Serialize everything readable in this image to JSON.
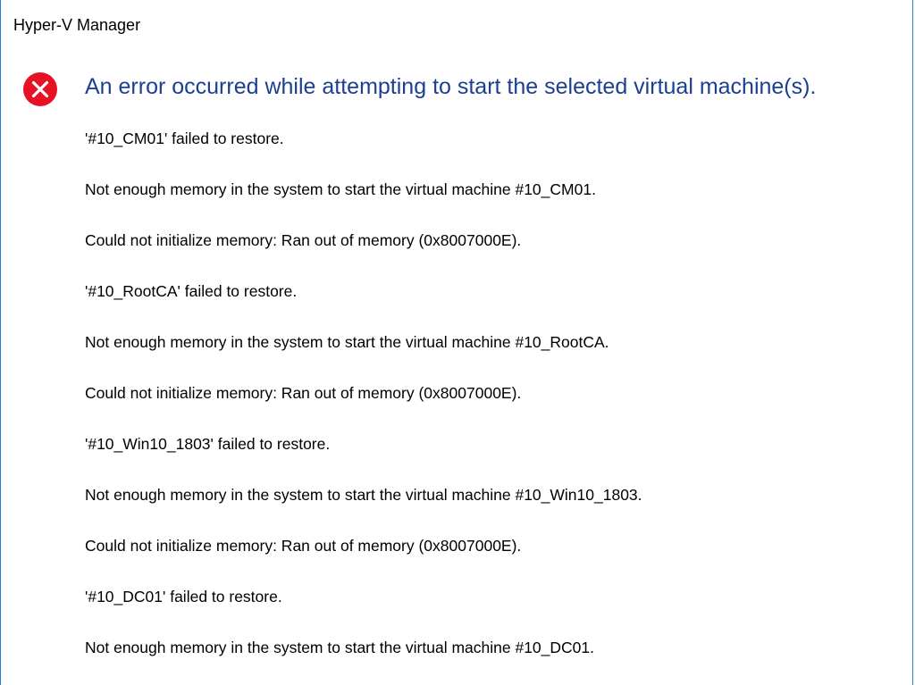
{
  "window": {
    "title": "Hyper-V Manager"
  },
  "dialog": {
    "icon": "error-icon",
    "heading": "An error occurred while attempting to start the selected virtual machine(s).",
    "messages": [
      "'#10_CM01' failed to restore.",
      "Not enough memory in the system to start the virtual machine #10_CM01.",
      "Could not initialize memory: Ran out of memory (0x8007000E).",
      "'#10_RootCA' failed to restore.",
      "Not enough memory in the system to start the virtual machine #10_RootCA.",
      "Could not initialize memory: Ran out of memory (0x8007000E).",
      "'#10_Win10_1803' failed to restore.",
      "Not enough memory in the system to start the virtual machine #10_Win10_1803.",
      "Could not initialize memory: Ran out of memory (0x8007000E).",
      "'#10_DC01' failed to restore.",
      "Not enough memory in the system to start the virtual machine #10_DC01."
    ]
  },
  "colors": {
    "heading": "#1c3f94",
    "error_icon": "#e81123",
    "window_border": "#2b7fd4"
  }
}
